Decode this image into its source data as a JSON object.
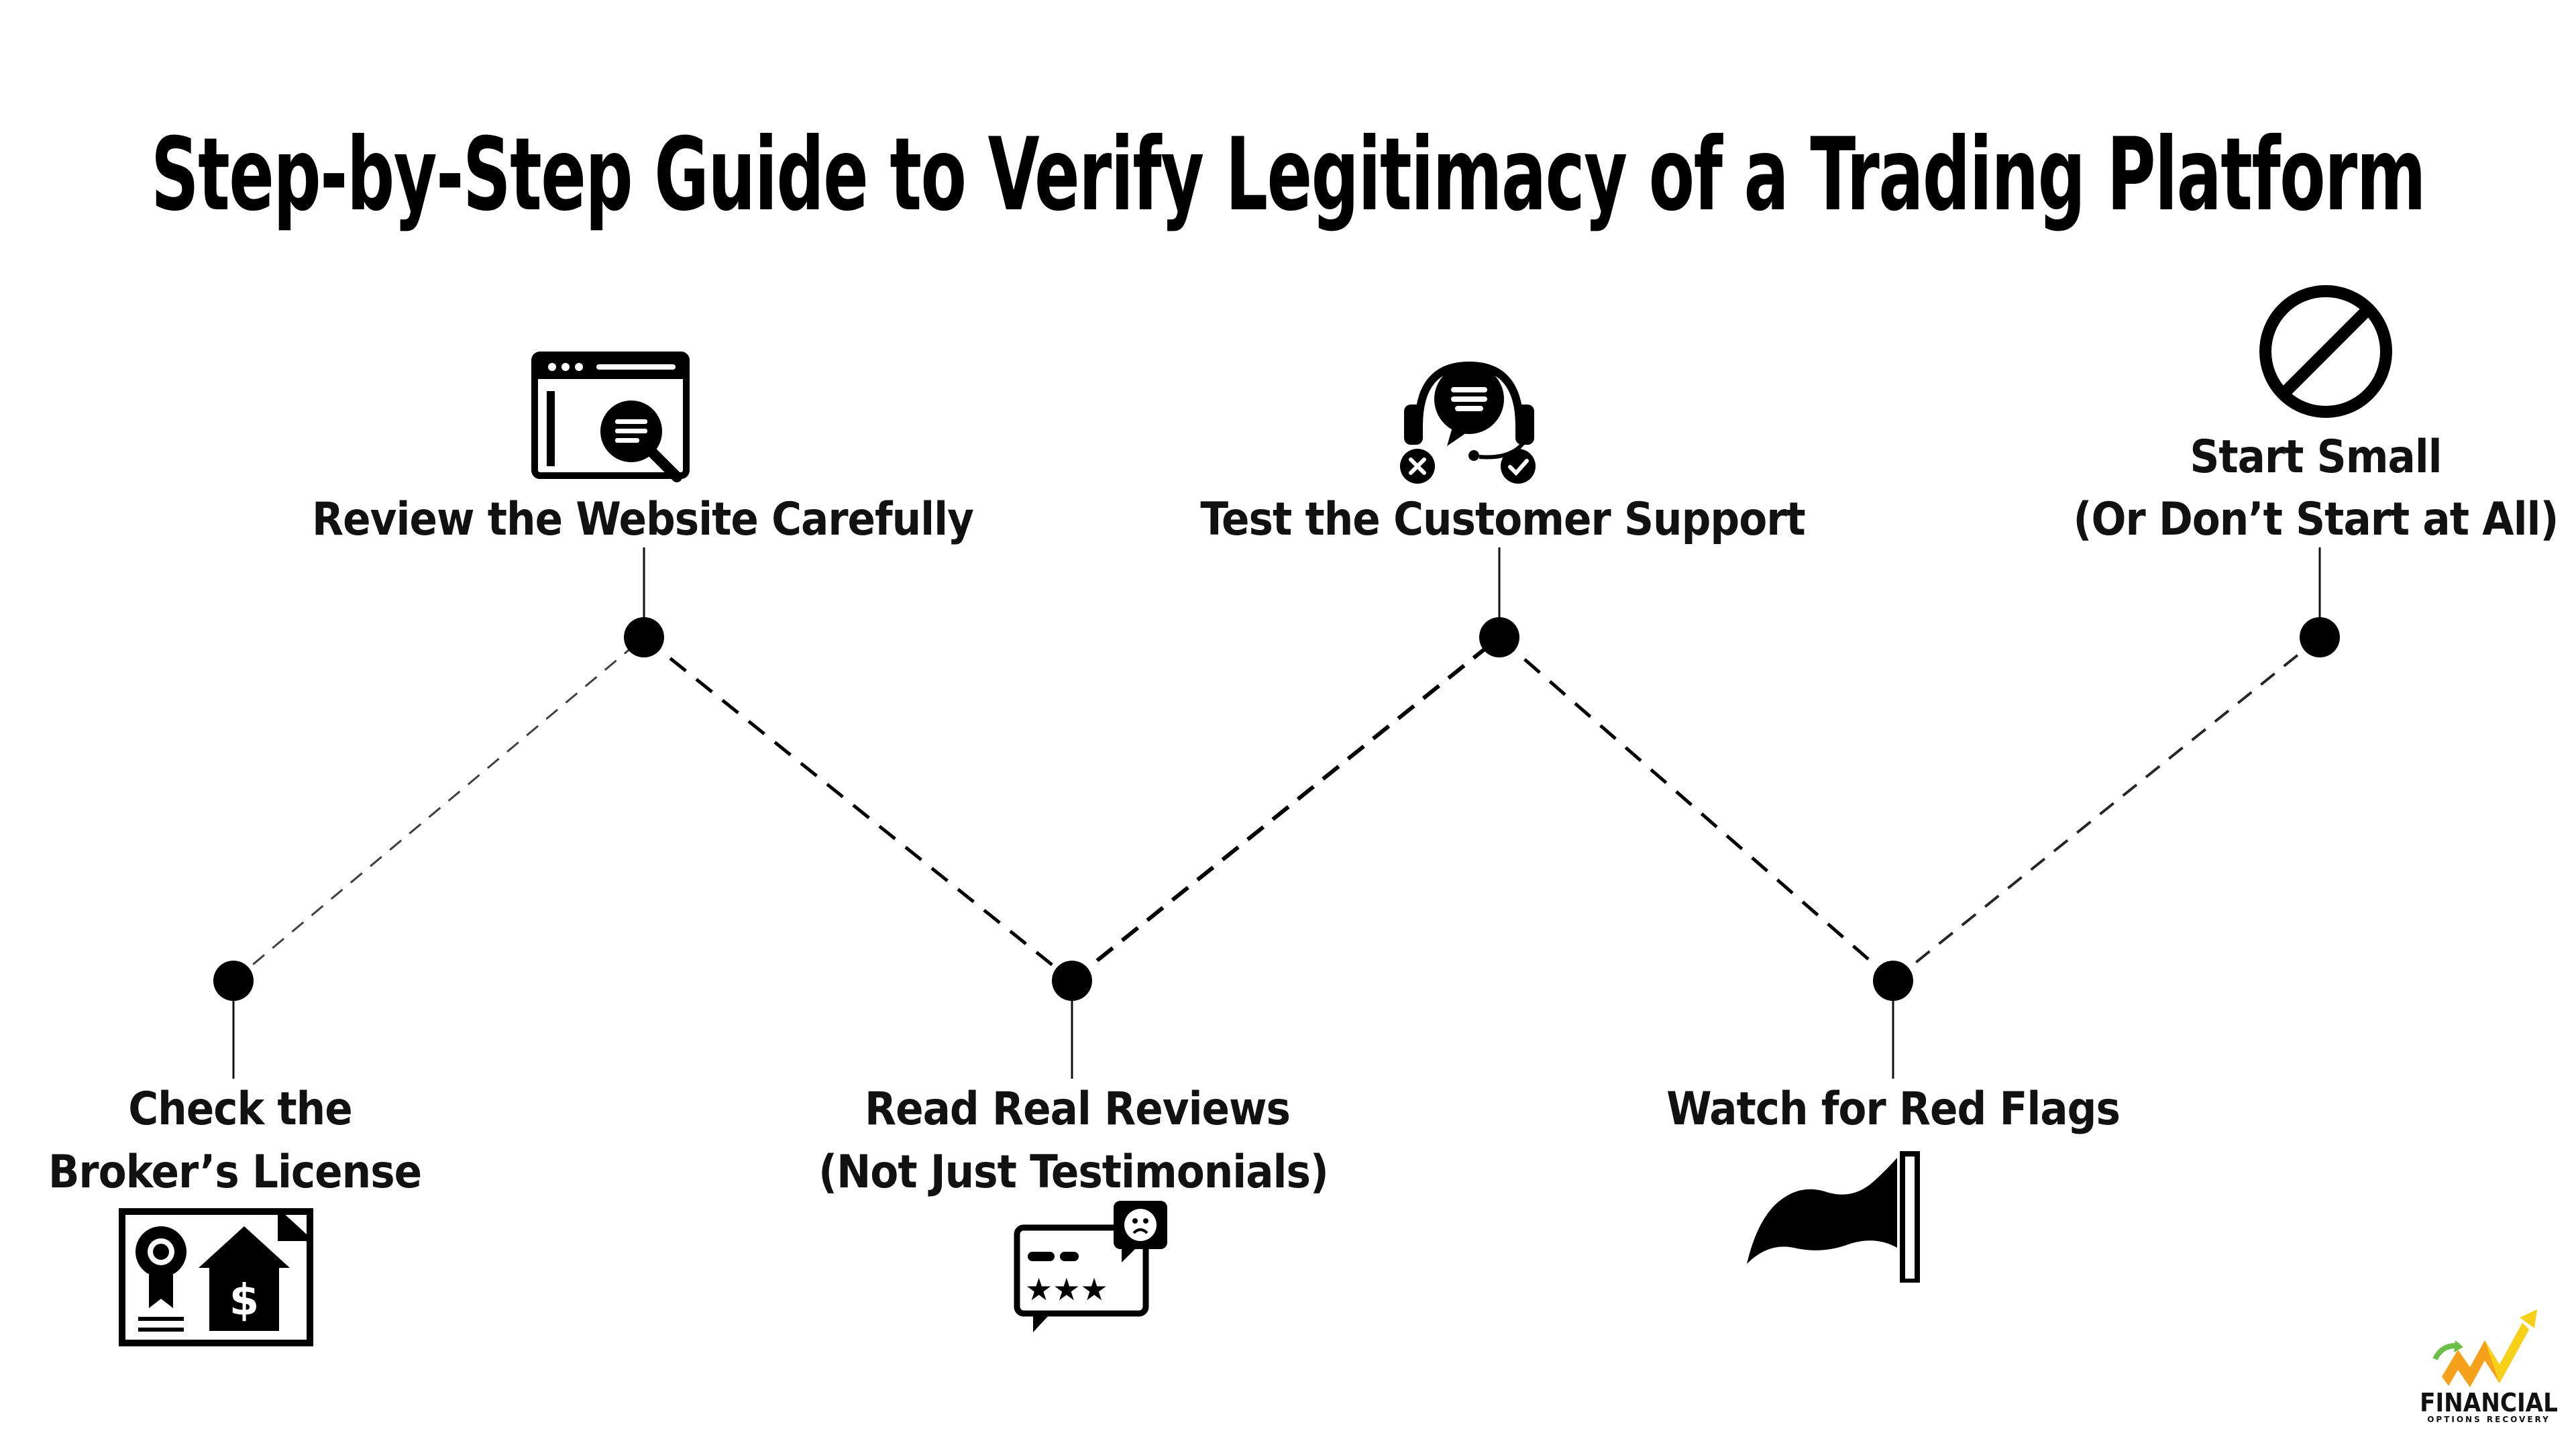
{
  "title": "Step-by-Step Guide to Verify Legitimacy of a Trading Platform",
  "steps": [
    {
      "lines": [
        "Check the",
        "Broker’s License"
      ],
      "icon": "license-certificate-icon"
    },
    {
      "lines": [
        "Review the Website Carefully"
      ],
      "icon": "website-search-icon"
    },
    {
      "lines": [
        "Read Real Reviews",
        "(Not Just Testimonials)"
      ],
      "icon": "reviews-rating-icon"
    },
    {
      "lines": [
        "Test the Customer Support"
      ],
      "icon": "customer-support-icon"
    },
    {
      "lines": [
        "Watch for Red Flags"
      ],
      "icon": "red-flag-icon"
    },
    {
      "lines": [
        "Start Small",
        "(Or Don’t Start at All)"
      ],
      "icon": "prohibited-sign-icon"
    }
  ],
  "logo": {
    "name": "FINANCIAL",
    "sub": "OPTIONS RECOVERY",
    "colors": {
      "orange": "#f5a11c",
      "green": "#6cc04a",
      "yellow": "#f7d117"
    }
  },
  "colors": {
    "ink": "#000000",
    "background": "#ffffff"
  }
}
